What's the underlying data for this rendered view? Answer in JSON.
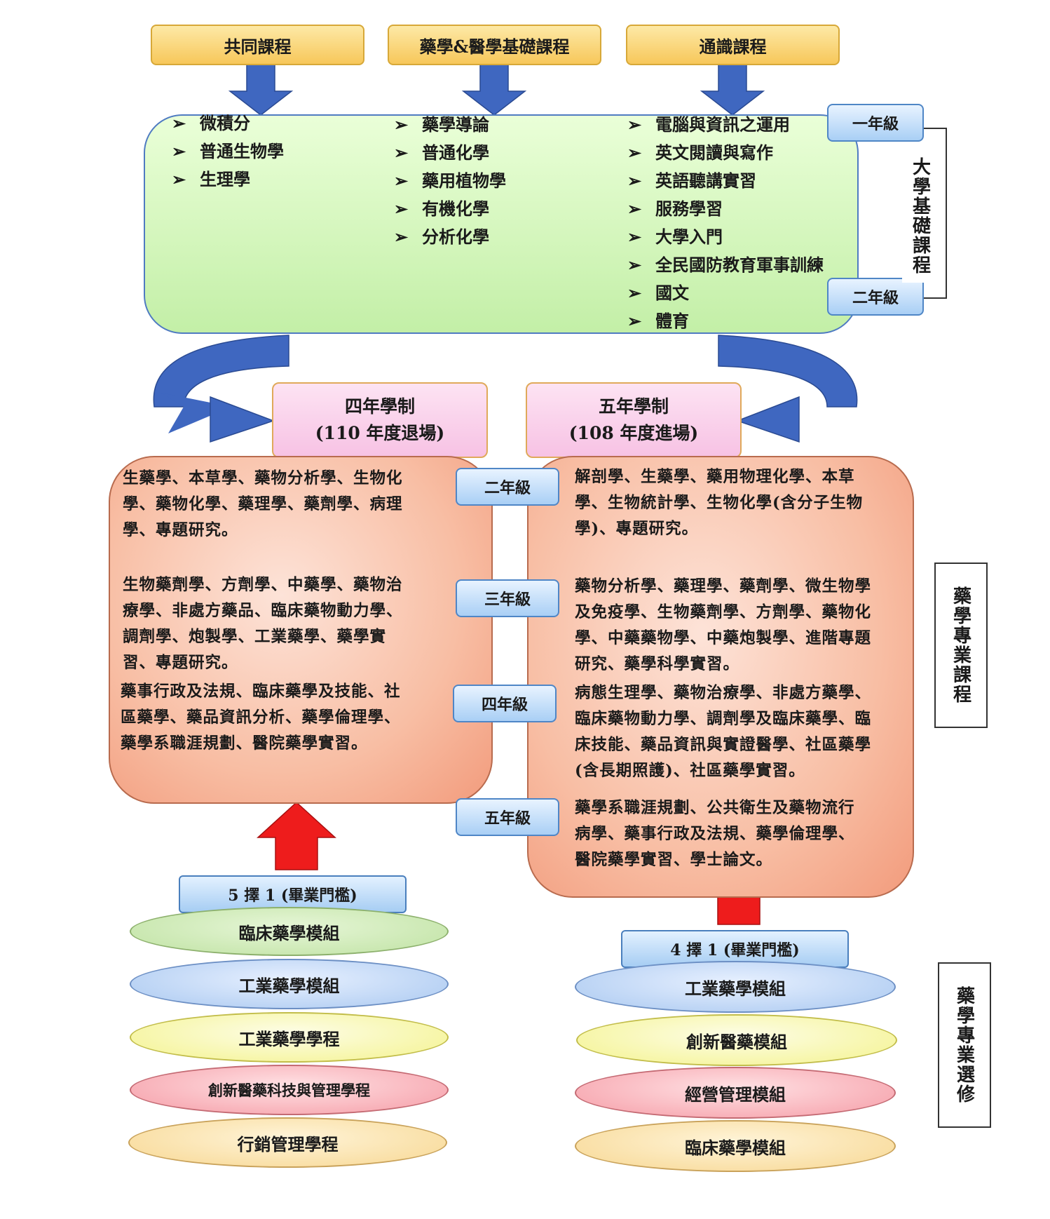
{
  "headers": [
    "共同課程",
    "藥學&醫學基礎課程",
    "通識課程"
  ],
  "foundation": {
    "col1": [
      "微積分",
      "普通生物學",
      "生理學"
    ],
    "col2": [
      "藥學導論",
      "普通化學",
      "藥用植物學",
      "有機化學",
      "分析化學"
    ],
    "col3": [
      "電腦與資訊之運用",
      "英文閱讀與寫作",
      "英語聽講實習",
      "服務學習",
      "大學入門",
      "全民國防教育軍事訓練",
      "國文",
      "體育"
    ],
    "bullet_mark": "➢",
    "grade1": "一年級",
    "grade2": "二年級",
    "side_label": "大學基礎課程"
  },
  "programs": {
    "four_year": {
      "line1": "四年學制",
      "line2": "(110 年度退場)"
    },
    "five_year": {
      "line1": "五年學制",
      "line2": "(108 年度進場)"
    }
  },
  "grades": {
    "g2": "二年級",
    "g3": "三年級",
    "g4": "四年級",
    "g5": "五年級"
  },
  "four_year_courses": {
    "y2": [
      "生藥學、本草學、藥物分析學、生物化",
      "學、藥物化學、藥理學、藥劑學、病理",
      "學、專題研究。"
    ],
    "y3": [
      "生物藥劑學、方劑學、中藥學、藥物治",
      "療學、非處方藥品、臨床藥物動力學、",
      "調劑學、炮製學、工業藥學、藥學實",
      "習、專題研究。"
    ],
    "y4": [
      "藥事行政及法規、臨床藥學及技能、社",
      "區藥學、藥品資訊分析、藥學倫理學、",
      "藥學系職涯規劃、醫院藥學實習。"
    ]
  },
  "five_year_courses": {
    "y2": [
      "解剖學、生藥學、藥用物理化學、本草",
      "學、生物統計學、生物化學(含分子生物",
      "學)、專題研究。"
    ],
    "y3": [
      "藥物分析學、藥理學、藥劑學、微生物學",
      "及免疫學、生物藥劑學、方劑學、藥物化",
      "學、中藥藥物學、中藥炮製學、進階專題",
      "研究、藥學科學實習。"
    ],
    "y4": [
      "病態生理學、藥物治療學、非處方藥學、",
      "臨床藥物動力學、調劑學及臨床藥學、臨",
      "床技能、藥品資訊與實證醫學、社區藥學",
      "(含長期照護)、社區藥學實習。"
    ],
    "y5": [
      "藥學系職涯規劃、公共衛生及藥物流行",
      "病學、藥事行政及法規、藥學倫理學、",
      "醫院藥學實習、學士論文。"
    ]
  },
  "side_major": "藥學專業課程",
  "side_elective": "藥學專業選修",
  "left_selection": {
    "label": "5 擇 1 (畢業門檻)",
    "items": [
      {
        "text": "臨床藥學模組",
        "color": "green"
      },
      {
        "text": "工業藥學模組",
        "color": "blue"
      },
      {
        "text": "工業藥學學程",
        "color": "yellow"
      },
      {
        "text": "創新醫藥科技與管理學程",
        "color": "red"
      },
      {
        "text": "行銷管理學程",
        "color": "orange"
      }
    ]
  },
  "right_selection": {
    "label": "4 擇 1 (畢業門檻)",
    "items": [
      {
        "text": "工業藥學模組",
        "color": "blue"
      },
      {
        "text": "創新醫藥模組",
        "color": "yellow"
      },
      {
        "text": "經營管理模組",
        "color": "red"
      },
      {
        "text": "臨床藥學模組",
        "color": "orange"
      }
    ]
  },
  "colors": {
    "arrow_blue": "#3f67c0",
    "arrow_red": "#ee1c1c",
    "bracket": "#333333"
  }
}
